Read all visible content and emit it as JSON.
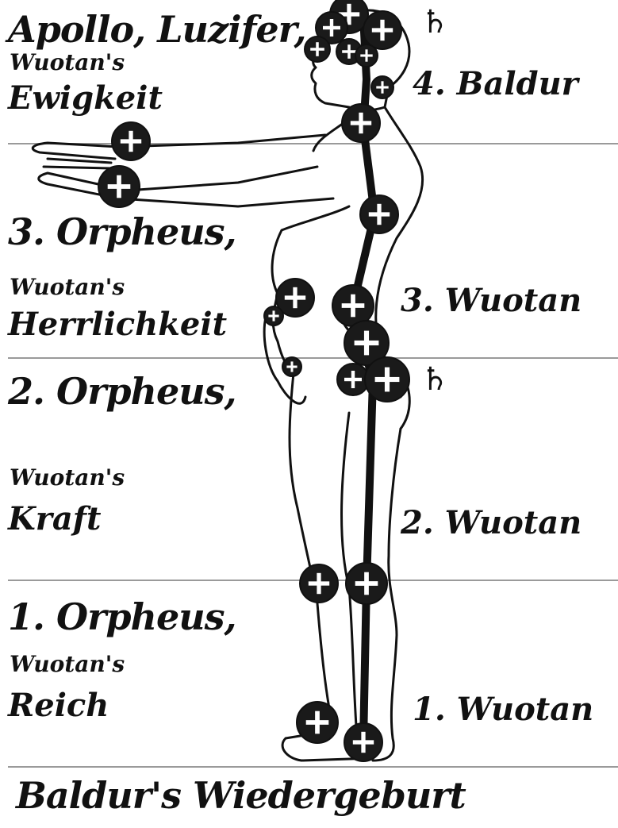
{
  "left_labels": {
    "top_line1": "Apollo, Luzifer,",
    "top_line2": "Wuotan's",
    "top_line3": "Ewigkeit",
    "orpheus3_title": "3. Orpheus,",
    "orpheus3_sub": "Wuotan's",
    "orpheus3_name": "Herrlichkeit",
    "orpheus2_title": "2. Orpheus,",
    "orpheus2_sub": "Wuotan's",
    "orpheus2_name": "Kraft",
    "orpheus1_title": "1. Orpheus,",
    "orpheus1_sub": "Wuotan's",
    "orpheus1_name": "Reich"
  },
  "right_labels": {
    "baldur4": "4. Baldur",
    "wuotan3": "3. Wuotan",
    "wuotan2": "2. Wuotan",
    "wuotan1": "1. Wuotan"
  },
  "bottom_label": "Baldur's Wiedergeburt",
  "symbols": {
    "saturn_top": "♄",
    "saturn_mid": "♄"
  },
  "colors": {
    "ink": "#111111",
    "rule": "#9a9a9a",
    "background": "#ffffff"
  }
}
